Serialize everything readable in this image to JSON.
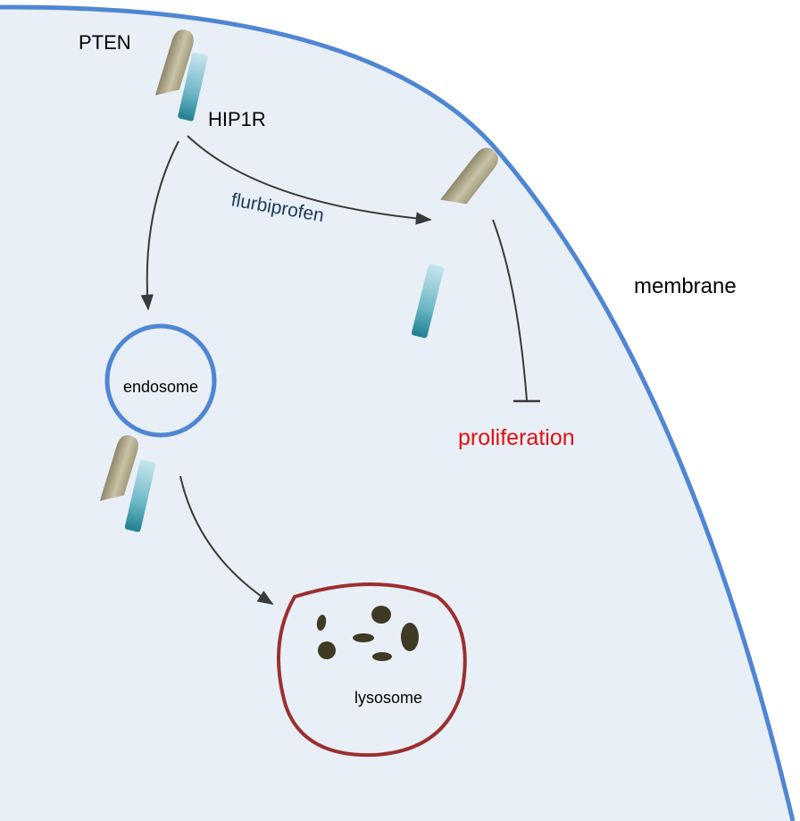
{
  "labels": {
    "pten": "PTEN",
    "hip1r": "HIP1R",
    "drug": "flurbiprofen",
    "membrane": "membrane",
    "endosome": "endosome",
    "lysosome": "lysosome",
    "proliferation": "proliferation"
  },
  "colors": {
    "cytoplasm": "#e9eff6",
    "membrane": "#4f86d4",
    "endosome_ring": "#4f86d4",
    "lysosome_ring": "#9b2f2f",
    "pten_body": "#b5ad8e",
    "hip1r_body": "#7fc3d0",
    "debris": "#3f3a24",
    "arrow": "#3a3a3a",
    "drug_text": "#1c3a5c",
    "proliferation_text": "#e01010"
  }
}
